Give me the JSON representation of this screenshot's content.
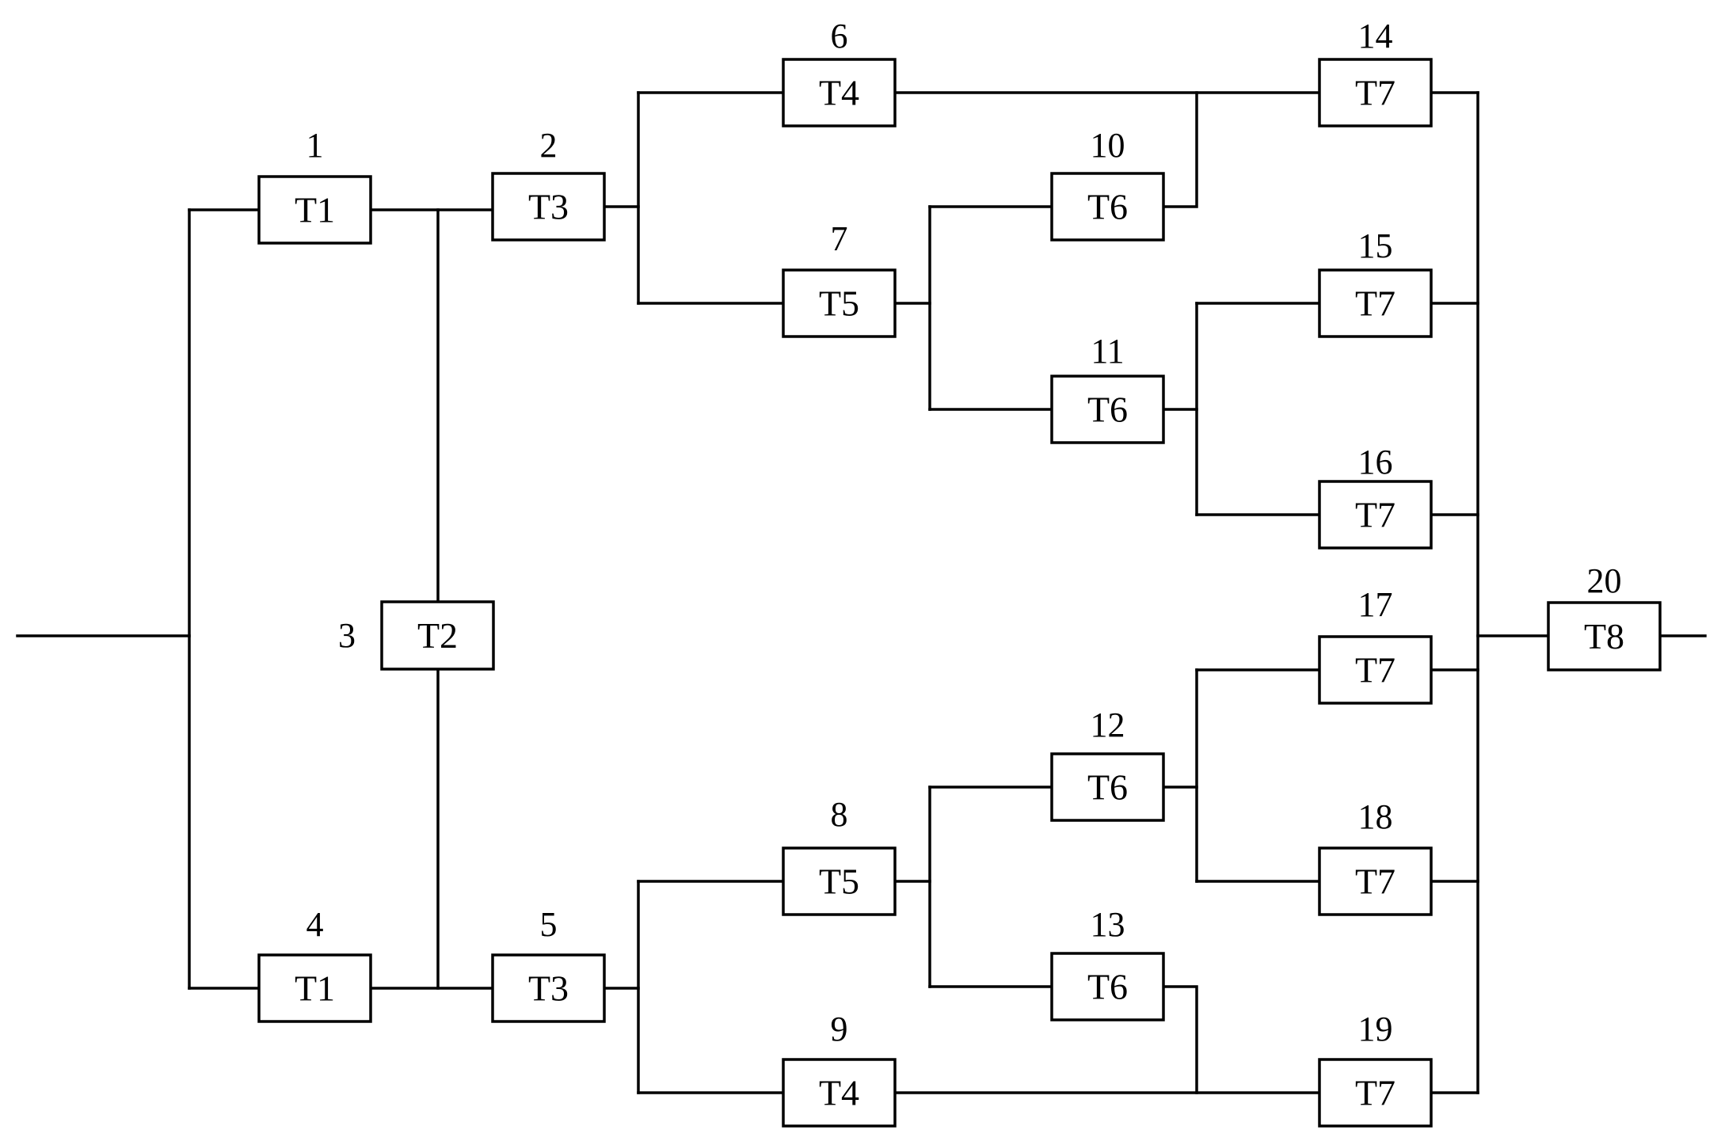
{
  "diagram": {
    "blocks": [
      {
        "id": "b1",
        "number": "1",
        "label": "T1"
      },
      {
        "id": "b2",
        "number": "2",
        "label": "T3"
      },
      {
        "id": "b3",
        "number": "3",
        "label": "T2"
      },
      {
        "id": "b4",
        "number": "4",
        "label": "T1"
      },
      {
        "id": "b5",
        "number": "5",
        "label": "T3"
      },
      {
        "id": "b6",
        "number": "6",
        "label": "T4"
      },
      {
        "id": "b7",
        "number": "7",
        "label": "T5"
      },
      {
        "id": "b8",
        "number": "8",
        "label": "T5"
      },
      {
        "id": "b9",
        "number": "9",
        "label": "T4"
      },
      {
        "id": "b10",
        "number": "10",
        "label": "T6"
      },
      {
        "id": "b11",
        "number": "11",
        "label": "T6"
      },
      {
        "id": "b12",
        "number": "12",
        "label": "T6"
      },
      {
        "id": "b13",
        "number": "13",
        "label": "T6"
      },
      {
        "id": "b14",
        "number": "14",
        "label": "T7"
      },
      {
        "id": "b15",
        "number": "15",
        "label": "T7"
      },
      {
        "id": "b16",
        "number": "16",
        "label": "T7"
      },
      {
        "id": "b17",
        "number": "17",
        "label": "T7"
      },
      {
        "id": "b18",
        "number": "18",
        "label": "T7"
      },
      {
        "id": "b19",
        "number": "19",
        "label": "T7"
      },
      {
        "id": "b20",
        "number": "20",
        "label": "T8"
      }
    ]
  }
}
